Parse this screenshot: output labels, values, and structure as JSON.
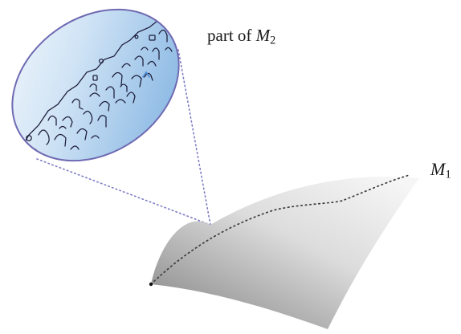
{
  "labels": {
    "m2": {
      "prefix": "part of ",
      "symbol": "M",
      "subscript": "2"
    },
    "m1": {
      "symbol": "M",
      "subscript": "1"
    }
  },
  "colors": {
    "ellipse_stroke": "#6f6ab2",
    "ellipse_fill_light": "#e8f2fb",
    "ellipse_fill_blue": "#86b8e6",
    "connector": "#7d7bc4",
    "surface_light": "#f3f3f3",
    "surface_dark": "#8e8e8e",
    "path_dots": "#444444",
    "cell_stroke": "#1c1c3a"
  }
}
